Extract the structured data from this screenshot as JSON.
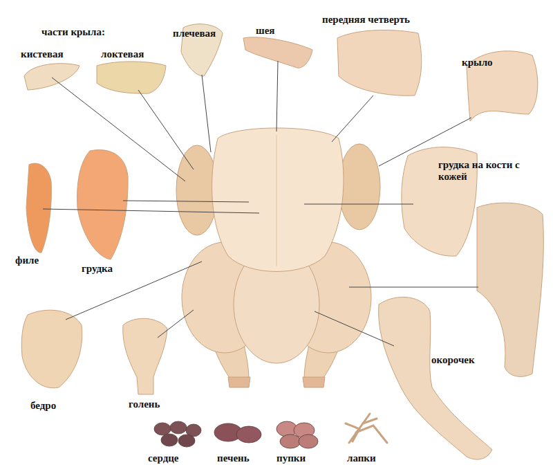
{
  "diagram": {
    "labels": [
      "части крыла:",
      "кистевая",
      "локтевая",
      "плечевая",
      "шея",
      "передняя четверть",
      "крыло",
      "грудка на кости с кожей",
      "филе",
      "грудка",
      "окорочек",
      "бедро",
      "голень",
      "сердце",
      "печень",
      "пупки",
      "лапки"
    ]
  }
}
